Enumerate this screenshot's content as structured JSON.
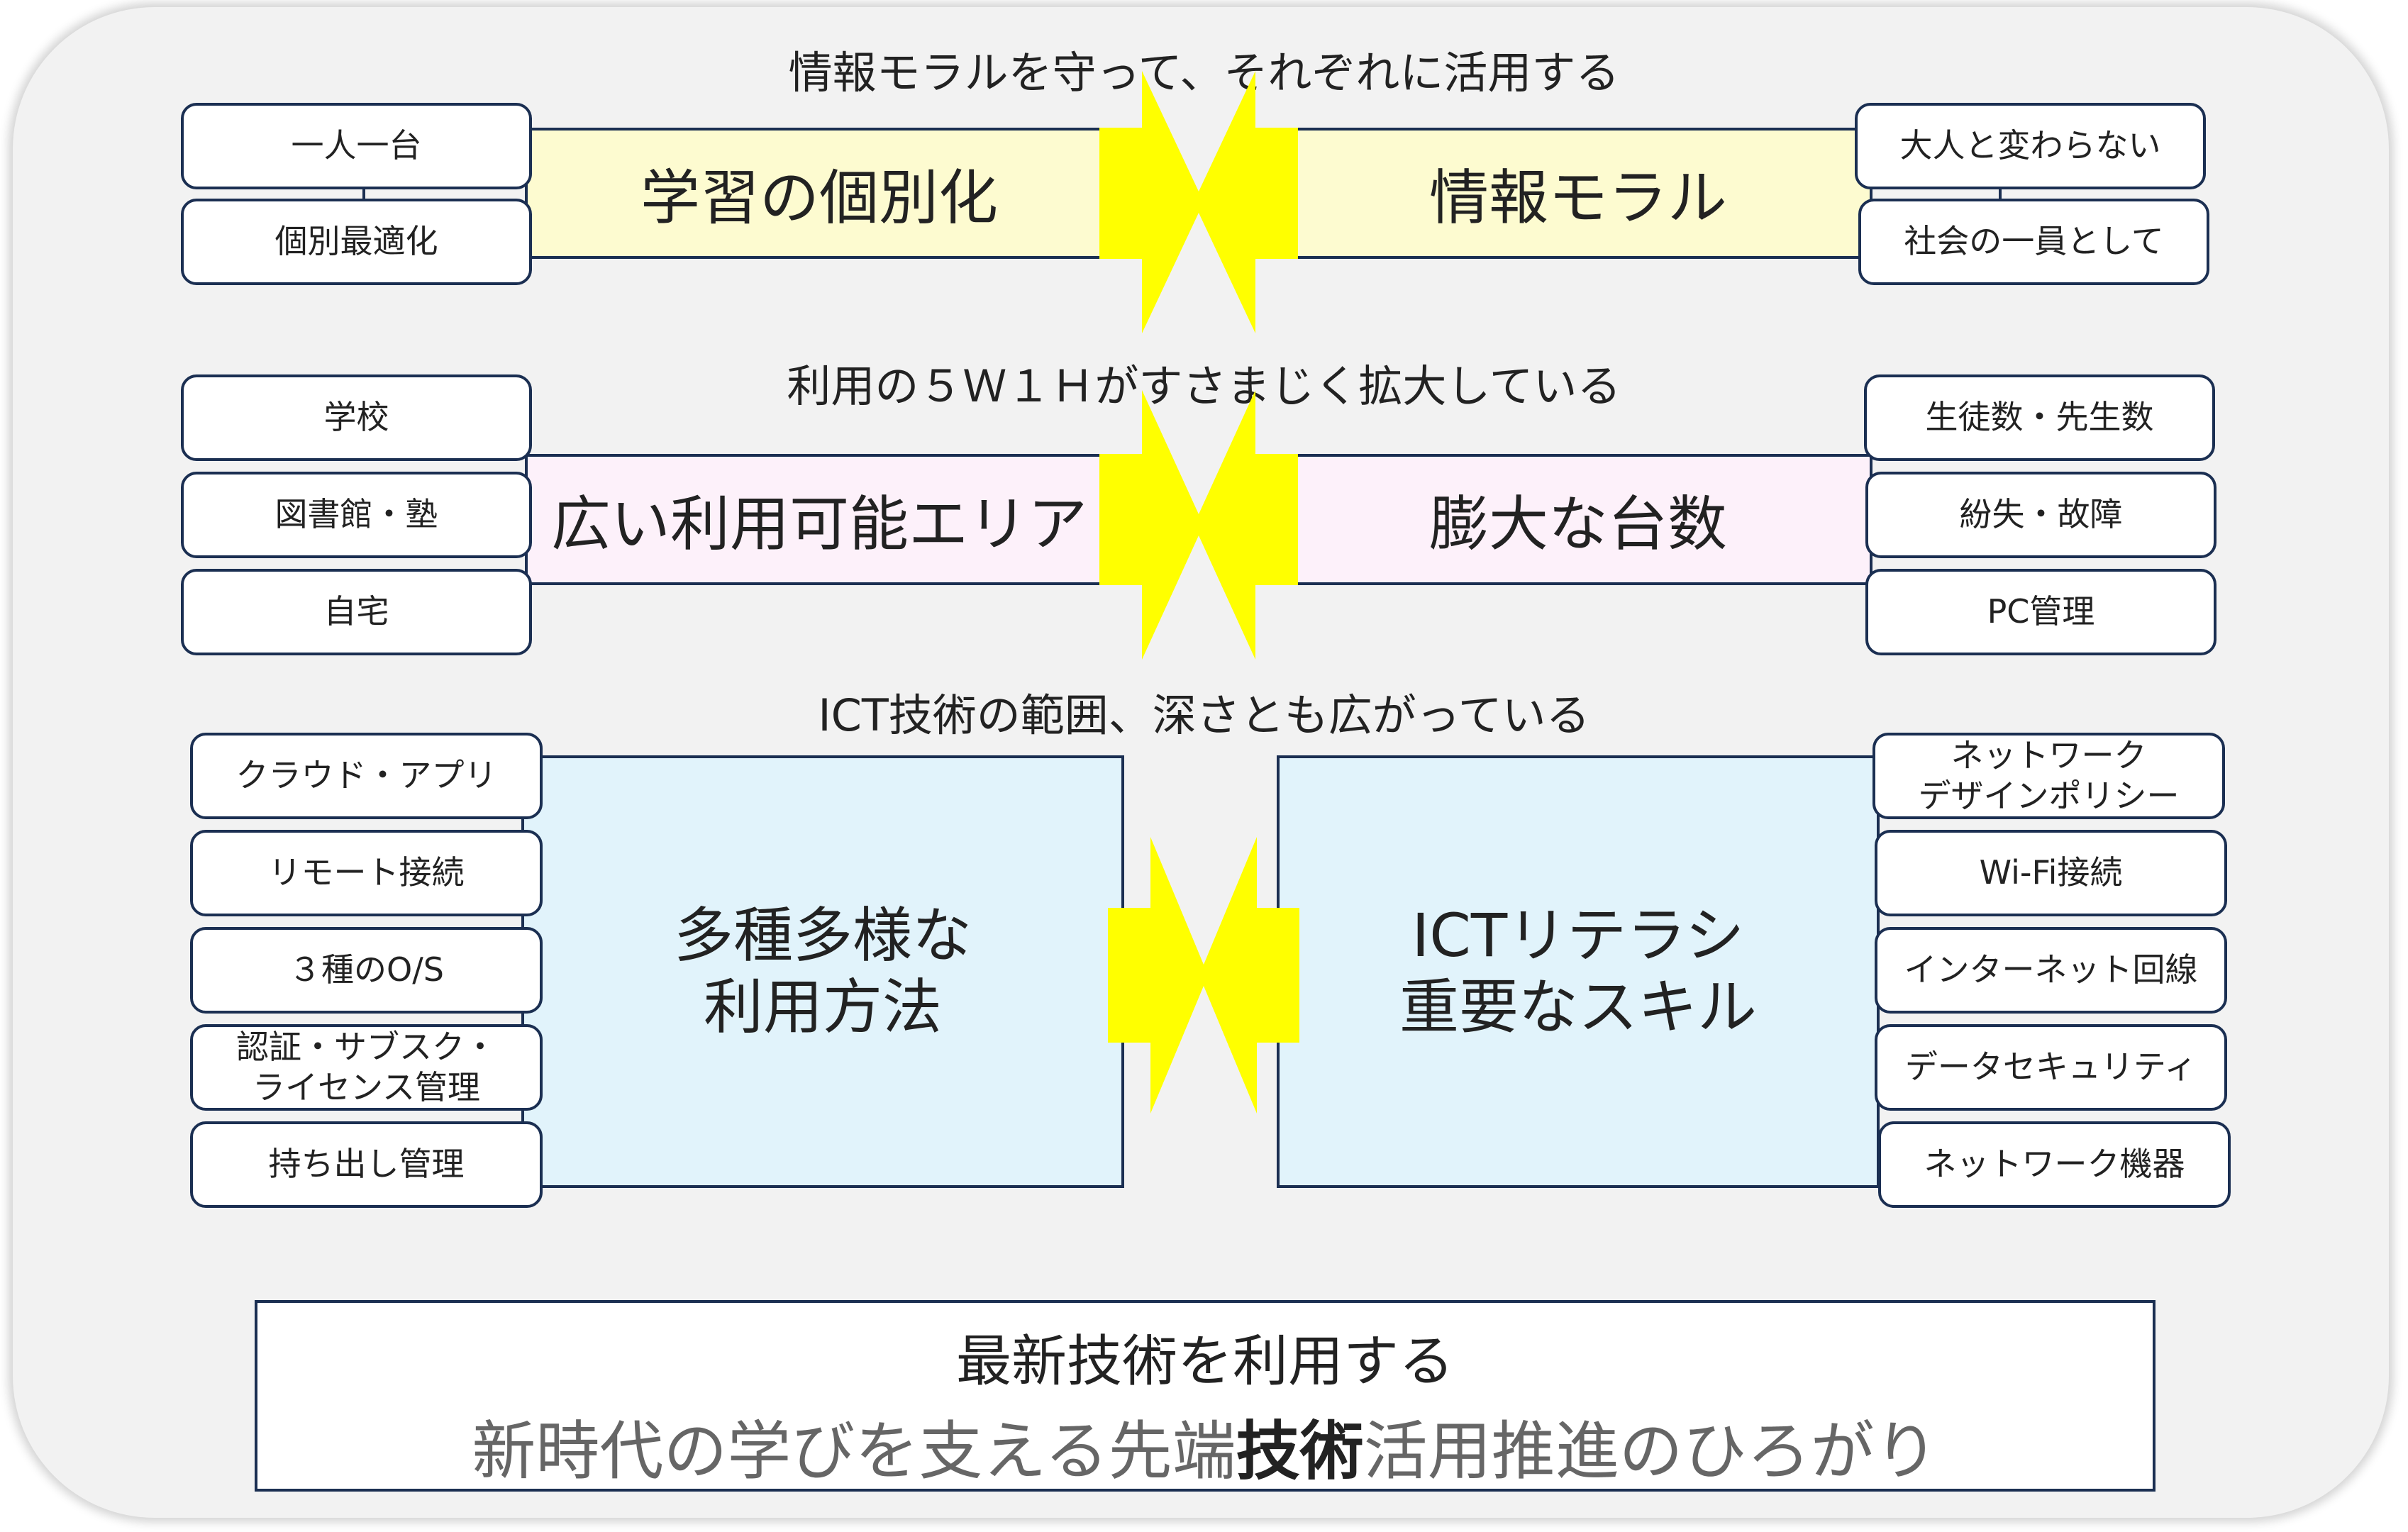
{
  "sections": {
    "s1": {
      "heading": "情報モラルを守って、それぞれに活用する",
      "left_band": "学習の個別化",
      "right_band": "情報モラル",
      "left_items": [
        "一人一台",
        "個別最適化"
      ],
      "right_items": [
        "大人と変わらない",
        "社会の一員として"
      ]
    },
    "s2": {
      "heading": "利用の５Ｗ１Ｈがすさまじく拡大している",
      "left_band": "広い利用可能エリア",
      "right_band": "膨大な台数",
      "left_items": [
        "学校",
        "図書館・塾",
        "自宅"
      ],
      "right_items": [
        "生徒数・先生数",
        "紛失・故障",
        "PC管理"
      ]
    },
    "s3": {
      "heading": "ICT技術の範囲、深さとも広がっている",
      "left_band_1": "多種多様な",
      "left_band_2": "利用方法",
      "right_band_1": "ICTリテラシ",
      "right_band_2": "重要なスキル",
      "left_items": [
        "クラウド・アプリ",
        "リモート接続",
        "３種のO/S",
        "認証・サブスク・",
        "ライセンス管理",
        "持ち出し管理"
      ],
      "right_items": [
        "ネットワーク",
        "デザインポリシー",
        "Wi-Fi接続",
        "インターネット回線",
        "データセキュリティ",
        "ネットワーク機器"
      ]
    }
  },
  "summary": {
    "line1": "最新技術を利用する",
    "line2_pre": "新時代の学びを支える先端",
    "line2_bold": "技術",
    "line2_post": "活用推進のひろがり"
  },
  "colors": {
    "band_yellow": "#fdfbd0",
    "band_pink": "#fdf1fa",
    "band_blue": "#e1f3fb",
    "bolt": "#ffff00",
    "outline": "#1b2f52"
  }
}
